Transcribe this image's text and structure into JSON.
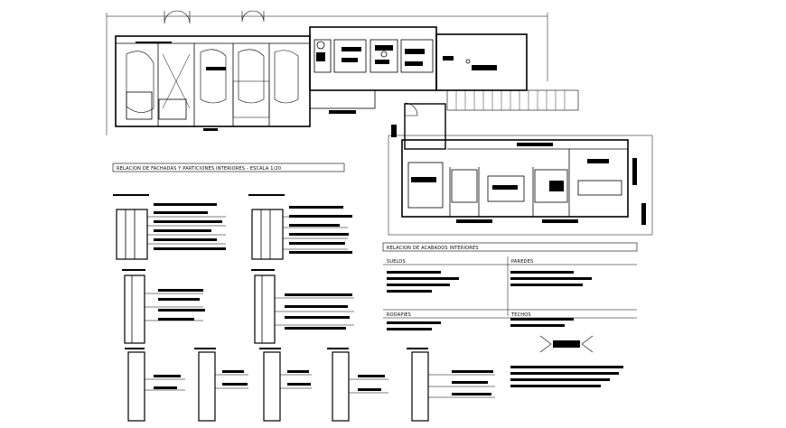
{
  "titles": {
    "fachadas": "RELACION DE FACHADAS Y PARTICIONES INTERIORES - ESCALA 1/20",
    "acabados": "RELACION DE ACABADOS INTERIORES"
  },
  "finish_headers": {
    "suelos": "SUELOS",
    "paredes": "PAREDES",
    "rodapies": "RODAPIES",
    "techos": "TECHOS"
  },
  "colors": {
    "ink": "#000000",
    "paper": "#ffffff"
  }
}
